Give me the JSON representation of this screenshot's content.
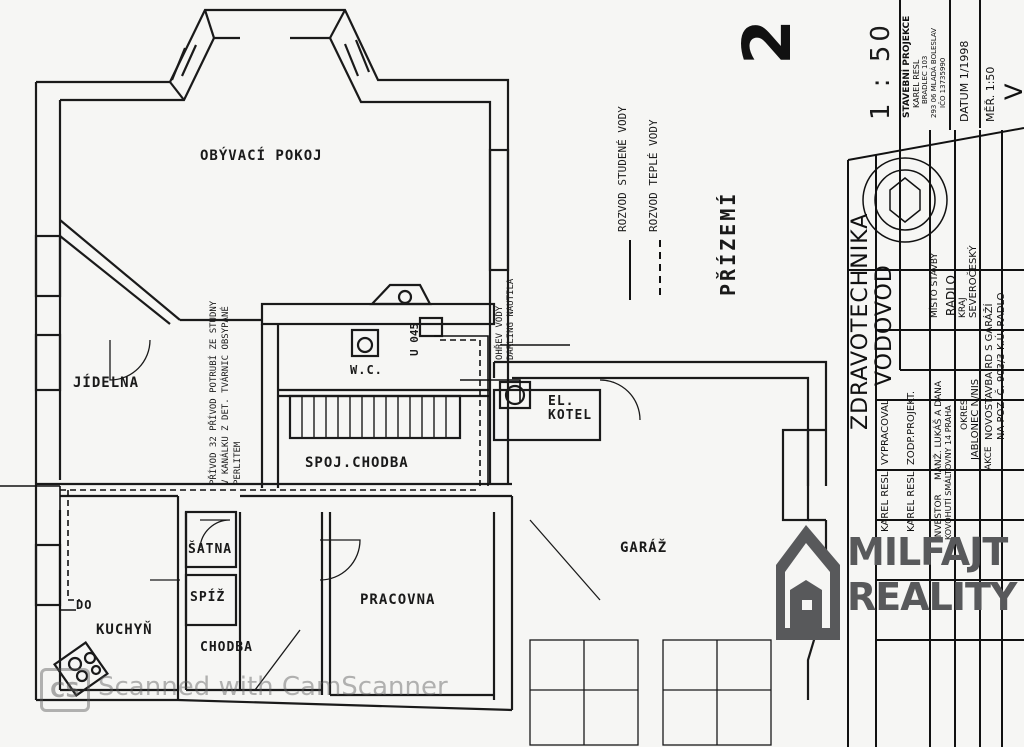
{
  "rooms": {
    "obyvaci_pokoj": "OBÝVACÍ POKOJ",
    "jidelna": "JÍDELNA",
    "spoj_chodba": "SPOJ.CHODBA",
    "wc": "W.C.",
    "el_kotel": "EL.\nKOTEL",
    "satna": "ŠATNA",
    "spiz": "SPÍŽ",
    "pracovna": "PRACOVNA",
    "chodba": "CHODBA",
    "kuchyn": "KUCHYŇ",
    "garaz": "GARÁŽ",
    "do": "DO"
  },
  "notes": {
    "stoupacka": "U 045",
    "prepodbrus": "PŘÍVOD 32 PŘÍVOD POTRUBÍ ZE STUDNY\nV KANÁLKU Z DET. TVÁRNIC OBSYPANÉ\nPERLITEM",
    "ohrev": "OHŘEV VODY\nDARLING NAUTILA"
  },
  "legend": {
    "cold_water": "ROZVOD STUDENÉ VODY",
    "hot_water": "ROZVOD TEPLÉ VODY",
    "floor": "PŘÍZEMÍ",
    "scale": "1 : 50",
    "sheet_number": "2"
  },
  "title_block": {
    "title_line1": "ZDRAVOTECHNIKA",
    "title_line2": "VODOVOD",
    "vypracoval_label": "VYPRACOVAL",
    "vypracoval_value": "KAREL RESL",
    "zodp_label": "ZODP.PROJEKT.",
    "zodp_value": "KAREL RESL",
    "investor_label": "INVESTOR",
    "investor_value": "MANŽ. LUKÁŠ A DANA",
    "investor_value2": "KOVOHUTÍ SMÁLTOVNY 14 PRAHA",
    "misto_label": "MÍSTO STAVBY",
    "misto_value": "RADLO",
    "kraj_label": "KRAJ",
    "kraj_value": "SEVEROČESKÝ",
    "okres_label": "OKRES",
    "okres_value": "JABLONEC N/NIS",
    "akce_label": "AKCE",
    "akce_value": "NOVOSTAVBA RD S GARÁŽÍ",
    "akce_value2": "NA POZ. Č. 903/3 K.Ú. RADLO",
    "datum_label": "DATUM",
    "datum_value": "1/1998",
    "merit_label": "MĚŘ.",
    "merit_value": "1:50",
    "cislo": "V",
    "office_line1": "STAVEBNÍ PROJEKCE",
    "office_line2": "KAREL RESL",
    "office_line3": "BRADLEC 103",
    "office_line4": "293 06 MLADÁ BOLESLAV",
    "office_line5": "IČO 13735990"
  },
  "logo": {
    "line1": "MILFAJT",
    "line2": "REALITY",
    "color": "#58595b"
  },
  "watermark": "Scanned with CamScanner",
  "watermark_badge": "CS"
}
